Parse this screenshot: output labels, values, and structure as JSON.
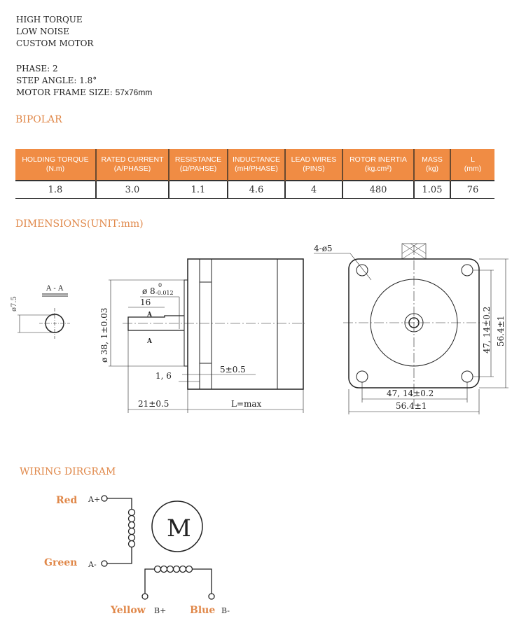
{
  "intro": [
    "HIGH TORQUE",
    "LOW NOISE",
    "CUSTOM MOTOR"
  ],
  "specs": {
    "phase": "PHASE: 2",
    "step_angle": "STEP ANGLE: 1.8°",
    "frame_label": "MOTOR FRAME SIZE: ",
    "frame_value": "57x76mm"
  },
  "bipolar_title": "BIPOLAR",
  "table": {
    "headers": [
      [
        "HOLDING TORQUE",
        "(N.m)"
      ],
      [
        "RATED CURRENT",
        "(A/PHASE)"
      ],
      [
        "RESISTANCE",
        "(Ω/PAHSE)"
      ],
      [
        "INDUCTANCE",
        "(mH/PHASE)"
      ],
      [
        "LEAD WIRES",
        "(PINS)"
      ],
      [
        "ROTOR INERTIA",
        "(kg.cm²)"
      ],
      [
        "MASS",
        "(kg)"
      ],
      [
        "L",
        "(mm)"
      ]
    ],
    "values": [
      "1.8",
      "3.0",
      "1.1",
      "4.6",
      "4",
      "480",
      "1.05",
      "76"
    ]
  },
  "dimensions_title": "DIMENSIONS(UNIT:mm)",
  "dims": {
    "section": "A - A",
    "dia75": "ø7.5",
    "dia8": "ø 8",
    "tol_up": "0",
    "tol_dn": "-0.012",
    "len16": "16",
    "markA": "A",
    "dia38": "ø 38, 1±0.03",
    "d16": "1, 6",
    "d5": "5±0.5",
    "d21": "21±0.5",
    "dL": "L=max",
    "holes": "4-ø5",
    "d4714": "47, 14±0.2",
    "d564": "56.4±1"
  },
  "wiring": {
    "title": "WIRING DIRGRAM",
    "motor": "M",
    "red": "Red",
    "a_plus": "A+",
    "green": "Green",
    "a_minus": "A-",
    "yellow": "Yellow",
    "b_plus": "B+",
    "blue": "Blue",
    "b_minus": "B-"
  },
  "colors": {
    "accent": "#f08c44",
    "label": "#e0884a"
  }
}
